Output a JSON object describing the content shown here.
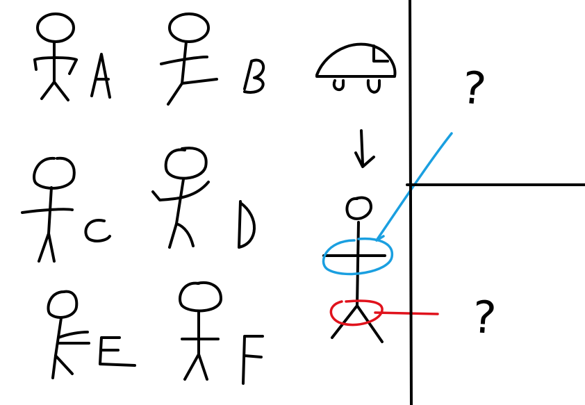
{
  "figures": [
    {
      "label": "A"
    },
    {
      "label": "B"
    },
    {
      "label": "C"
    },
    {
      "label": "D"
    },
    {
      "label": "E"
    },
    {
      "label": "F"
    }
  ],
  "marks": {
    "question_top": "?",
    "question_bottom": "?"
  },
  "colors": {
    "ink": "#000000",
    "blue": "#1a9fe0",
    "red": "#e0121c"
  }
}
